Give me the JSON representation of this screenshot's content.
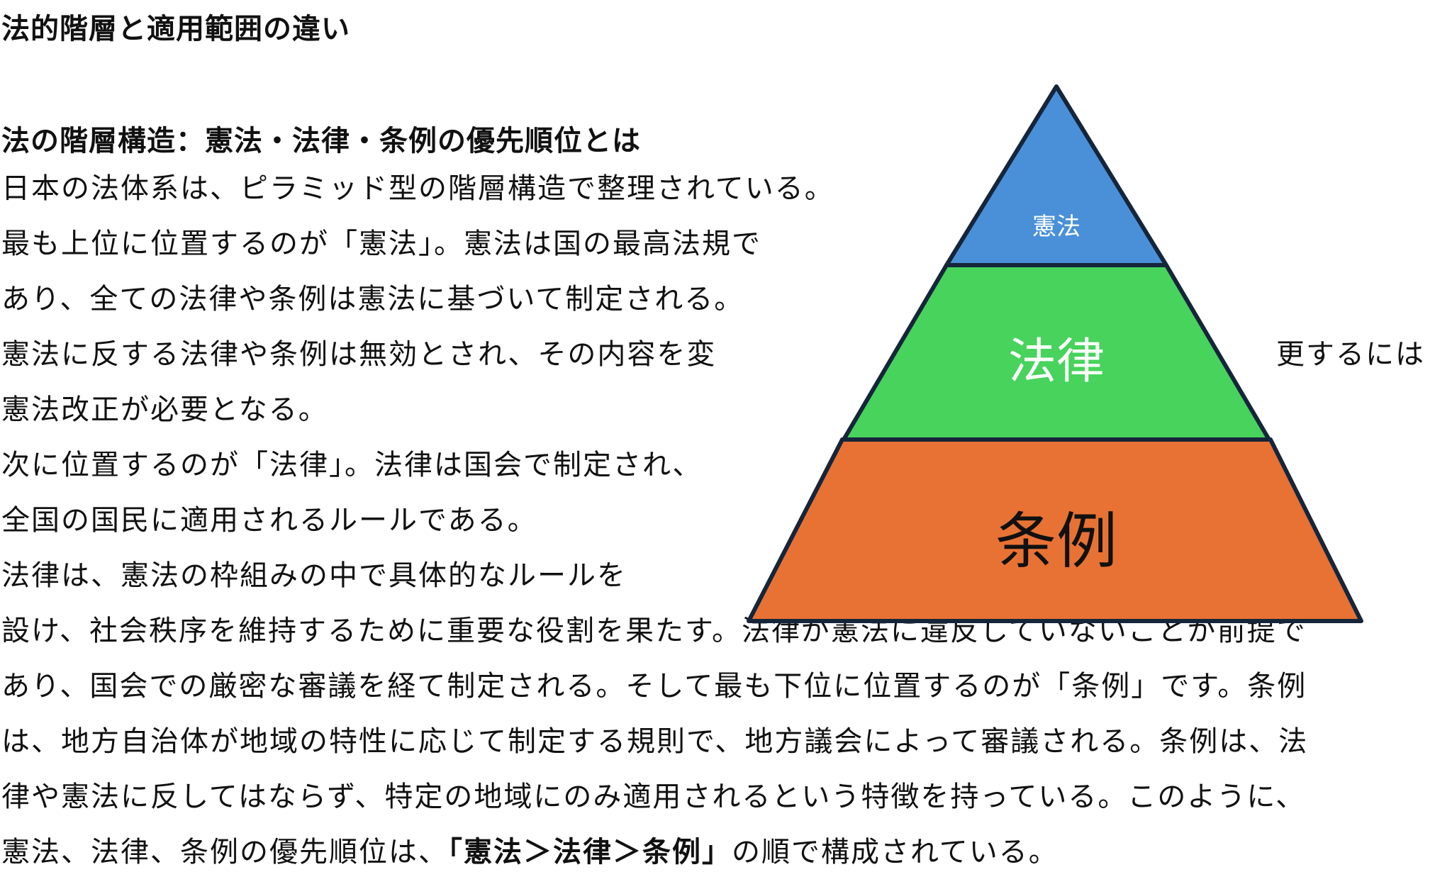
{
  "title": "法的階層と適用範囲の違い",
  "heading": "法の階層構造：憲法・法律・条例の優先順位とは",
  "lines": [
    "日本の法体系は、ピラミッド型の階層構造で整理されている。",
    "最も上位に位置するのが「憲法」。憲法は国の最高法規で",
    "あり、全ての法律や条例は憲法に基づいて制定される。",
    "憲法に反する法律や条例は無効とされ、その内容を変",
    "憲法改正が必要となる。",
    "次に位置するのが「法律」。法律は国会で制定され、",
    "全国の国民に適用されるルールである。",
    "法律は、憲法の枠組みの中で具体的なルールを",
    "設け、社会秩序を維持するために重要な役割を果たす。法律が憲法に違反していないことが前提で",
    "あり、国会での厳密な審議を経て制定される。そして最も下位に位置するのが「条例」です。条例",
    "は、地方自治体が地域の特性に応じて制定する規則で、地方議会によって審議される。条例は、法",
    "律や憲法に反してはならず、特定の地域にのみ適用されるという特徴を持っている。このように、"
  ],
  "line_right": "更するには",
  "last_line": {
    "before": "憲法、法律、条例の優先順位は、",
    "bold": "「憲法＞法律＞条例」",
    "after": "の順で構成されている。"
  },
  "pyramid": {
    "top": {
      "label": "憲法",
      "color": "#4a90d9",
      "text_color": "#ffffff"
    },
    "middle": {
      "label": "法律",
      "color": "#47d35c",
      "text_color": "#ffffff"
    },
    "bottom": {
      "label": "条例",
      "color": "#e87234",
      "text_color": "#111111"
    },
    "outline_color": "#15253a"
  }
}
